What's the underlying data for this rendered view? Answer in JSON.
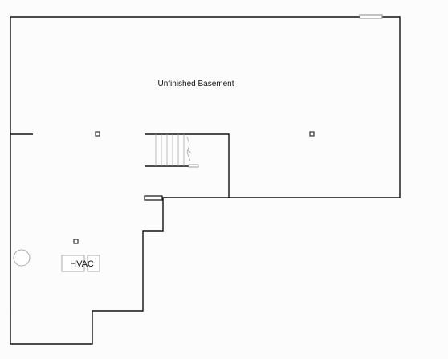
{
  "plan": {
    "rooms": [
      {
        "id": "unfinished-basement",
        "label": "Unfinished Basement"
      }
    ],
    "equipment": [
      {
        "id": "hvac",
        "label": "HVAC"
      }
    ],
    "colors": {
      "wall": "#111111",
      "fixture": "#999999",
      "background": "#fcfcfc"
    }
  }
}
